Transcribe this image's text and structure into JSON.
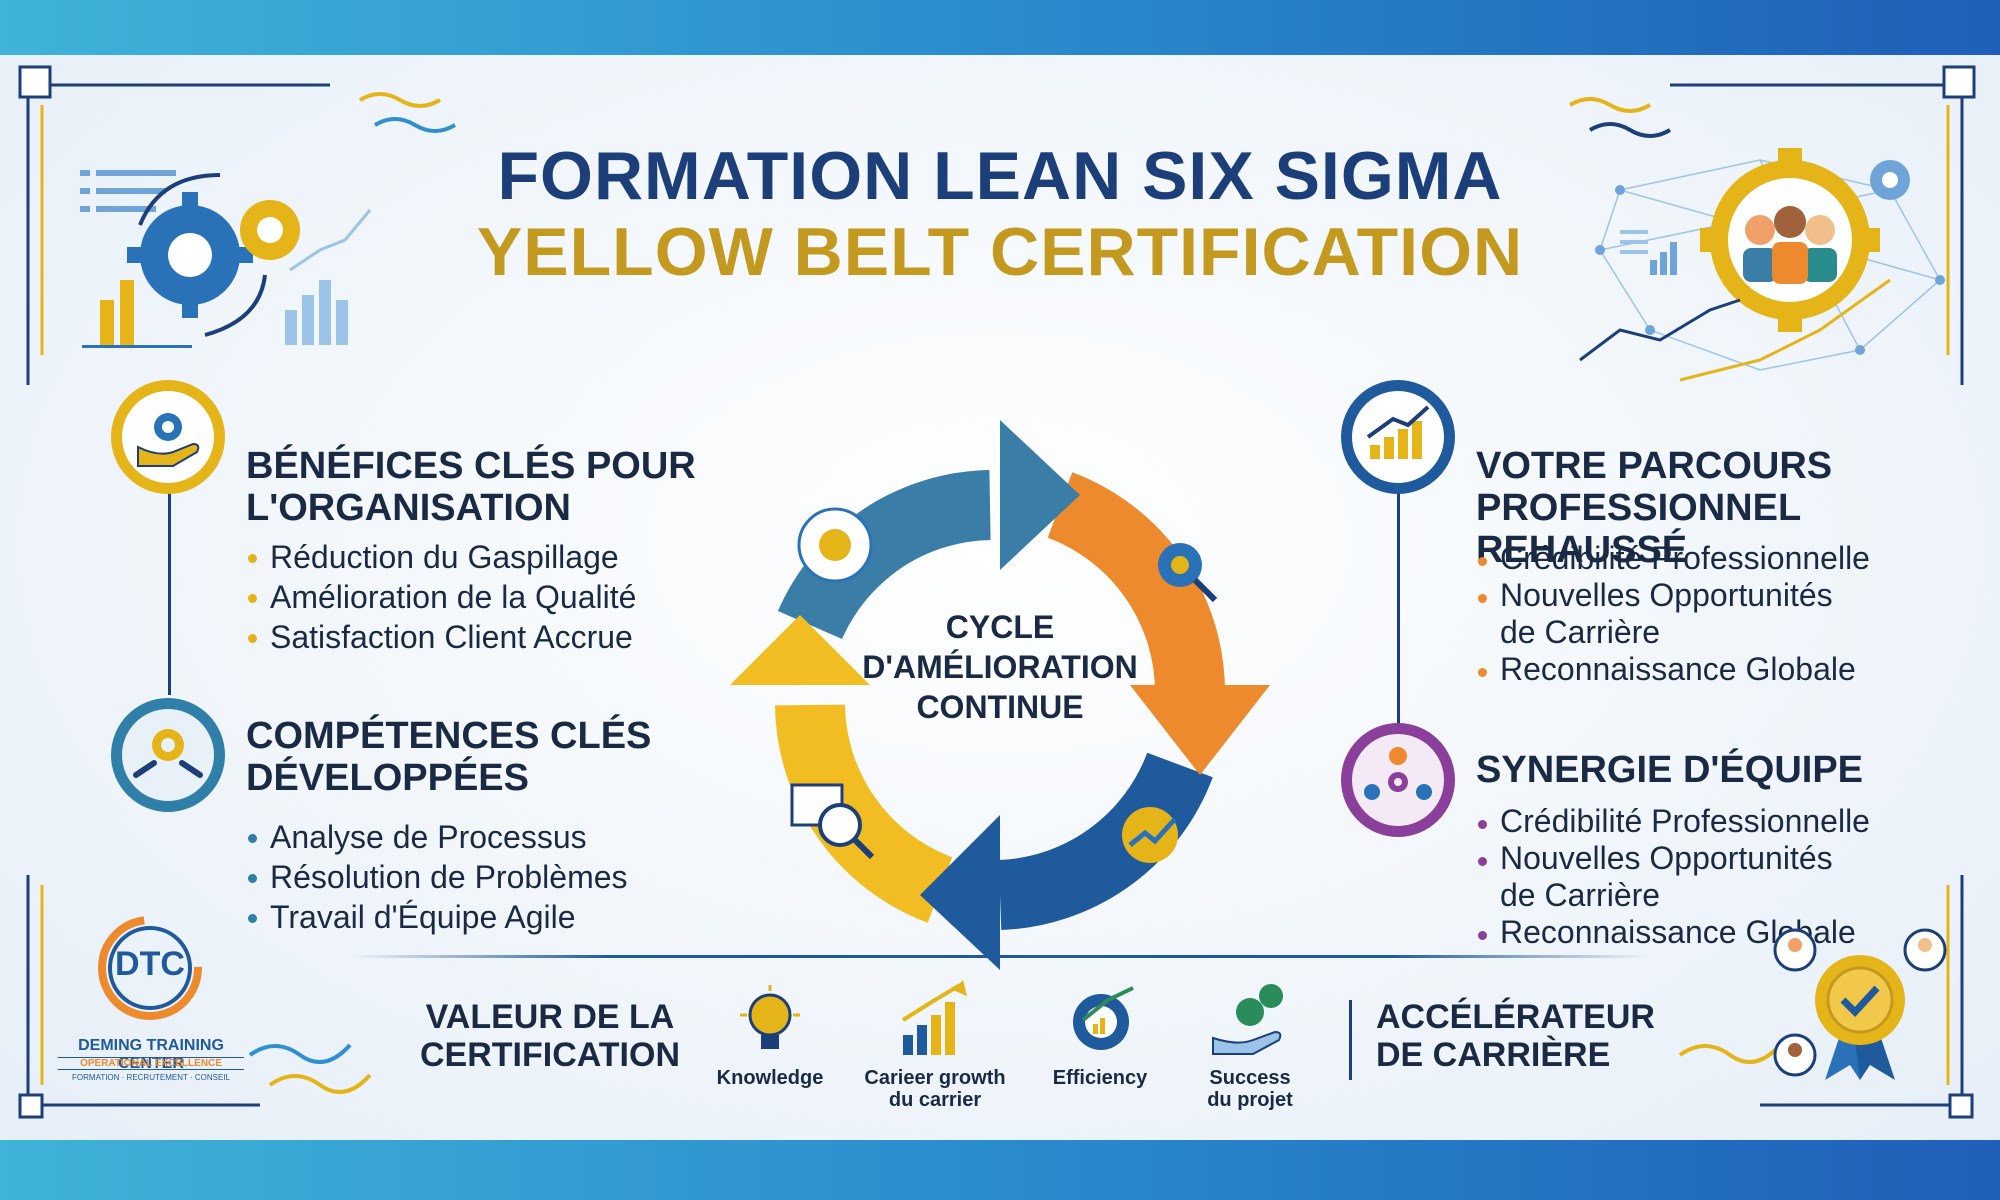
{
  "header": {
    "title_line1": "FORMATION LEAN SIX SIGMA",
    "title_line2": "YELLOW BELT CERTIFICATION"
  },
  "left": {
    "benefits": {
      "title_line1": "BÉNÉFICES CLÉS POUR",
      "title_line2": "L'ORGANISATION",
      "items": [
        "Réduction du Gaspillage",
        "Amélioration de la Qualité",
        "Satisfaction Client Accrue"
      ],
      "dot_color": "#e5b418"
    },
    "skills": {
      "title_line1": "COMPÉTENCES CLÉS",
      "title_line2": "DÉVELOPPÉES",
      "items": [
        "Analyse de Processus",
        "Résolution de Problèmes",
        "Travail d'Équipe Agile"
      ],
      "dot_color": "#2f7fa8"
    }
  },
  "cycle": {
    "line1": "CYCLE",
    "line2": "D'AMÉLIORATION",
    "line3": "CONTINUE",
    "colors": {
      "blue_light": "#3a7ea8",
      "orange": "#ee8a2e",
      "blue_dark": "#1e5a9c",
      "yellow": "#f2bd22"
    }
  },
  "right": {
    "career": {
      "title_line1": "VOTRE PARCOURS",
      "title_line2": "PROFESSIONNEL REHAUSSÉ",
      "items": [
        "Crédibilité Professionnelle",
        "Nouvelles Opportunités",
        "de Carrière",
        "Reconnaissance Globale"
      ],
      "dot_color": "#ee8a2e"
    },
    "synergy": {
      "title": "SYNERGIE D'ÉQUIPE",
      "items": [
        "Crédibilité Professionnelle",
        "Nouvelles Opportunités",
        "de Carrière",
        "Reconnaissance Globale"
      ],
      "dot_color": "#8a3f9a"
    }
  },
  "logo": {
    "mark": "DTC",
    "name": "DEMING TRAINING CENTER",
    "tagline": "OPERATIONAL EXCELLENCE",
    "sub": "FORMATION · RECRUTEMENT · CONSEIL"
  },
  "bottom": {
    "value_line1": "VALEUR DE LA",
    "value_line2": "CERTIFICATION",
    "icons": [
      {
        "icon": "lightbulb-icon",
        "line1": "Knowledge",
        "line2": ""
      },
      {
        "icon": "bar-growth-icon",
        "line1": "Carieer growth",
        "line2": "du carrier"
      },
      {
        "icon": "gear-chart-icon",
        "line1": "Efficiency",
        "line2": ""
      },
      {
        "icon": "hand-gear-icon",
        "line1": "Success",
        "line2": "du projet"
      }
    ],
    "accel_line1": "ACCÉLÉRATEUR",
    "accel_line2": "DE CARRIÈRE"
  }
}
